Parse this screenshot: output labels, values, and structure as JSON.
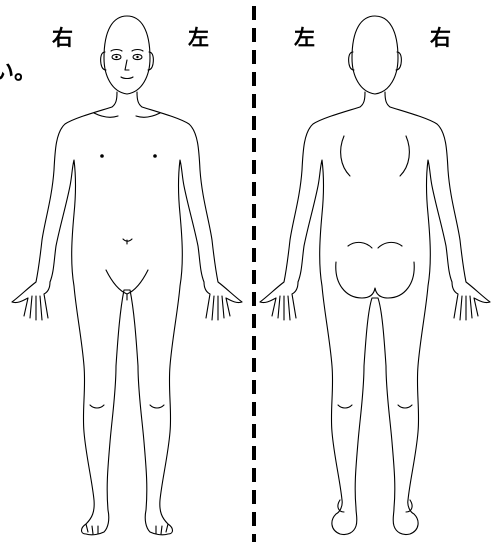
{
  "labels": {
    "front_right": "右",
    "front_left": "左",
    "back_left": "左",
    "back_right": "右"
  },
  "edge_fragment": "い。",
  "colors": {
    "line": "#000000",
    "background": "#ffffff"
  }
}
